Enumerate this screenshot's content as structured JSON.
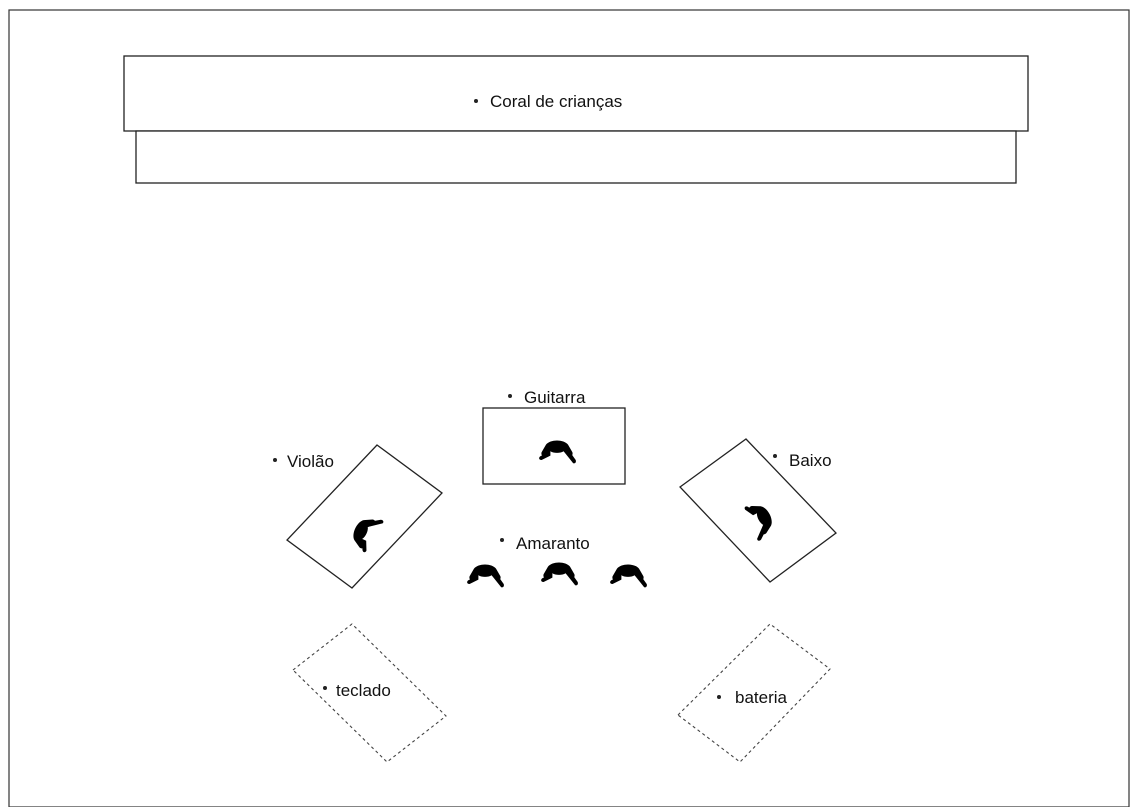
{
  "diagram": {
    "choir": {
      "label": "Coral de crianças"
    },
    "guitar": {
      "label": "Guitarra"
    },
    "acoustic_guitar": {
      "label": "Violão"
    },
    "bass": {
      "label": "Baixo"
    },
    "singers": {
      "label": "Amaranto"
    },
    "keyboard": {
      "label": "teclado"
    },
    "drums": {
      "label": "bateria"
    }
  }
}
